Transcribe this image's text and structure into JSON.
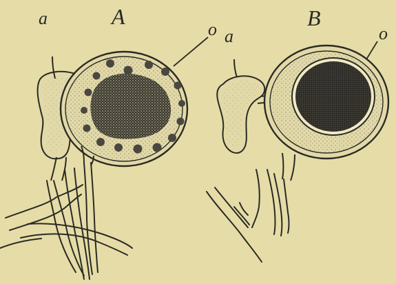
{
  "figure": {
    "labels": {
      "panel_a": "A",
      "panel_b": "B",
      "a_left": "a",
      "o_left": "o",
      "a_right": "a",
      "o_right": "o"
    },
    "colors": {
      "background": "#e5dca7",
      "ink": "#2a2a24",
      "stipple": "#6d6a5e",
      "dense": "#2b2a27",
      "cell_fill": "#e2d9a8"
    }
  }
}
